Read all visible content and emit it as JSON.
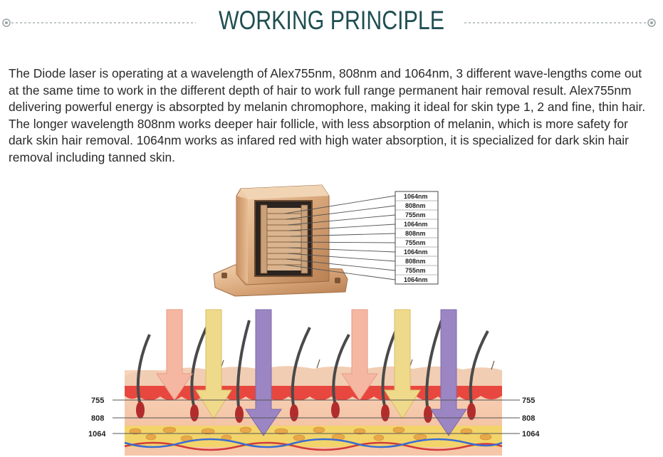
{
  "header": {
    "title": "WORKING PRINCIPLE"
  },
  "description": "The Diode laser is operating at a wavelength of Alex755nm, 808nm and 1064nm, 3 different wave-lengths come out at the same time to work in the different depth of hair to work full range permanent hair removal result. Alex755nm delivering powerful energy is absorpted by melanin chromophore, making it ideal for skin type 1, 2 and fine, thin hair. The longer wavelength 808nm works deeper hair follicle, with less absorption of melanin, which is more safety for dark skin hair removal. 1064nm works as infared red with high water absorption, it is specialized for dark skin hair removal including tanned skin.",
  "handpiece": {
    "bar_labels": [
      "1064nm",
      "808nm",
      "755nm",
      "1064nm",
      "808nm",
      "755nm",
      "1064nm",
      "808nm",
      "755nm",
      "1064nm"
    ]
  },
  "skin": {
    "left_depth_labels": [
      "755",
      "808",
      "1064"
    ],
    "right_depth_labels": [
      "755",
      "808",
      "1064"
    ]
  },
  "colors": {
    "title": "#1f4f52",
    "arrow_755": "#f6b7a2",
    "arrow_808": "#efd98a",
    "arrow_1064": "#9b86c3",
    "epidermis": "#e8473f",
    "dermis": "#f5c7a8",
    "fat": "#f3d46a",
    "handpiece_gold": "#d9a77a"
  }
}
